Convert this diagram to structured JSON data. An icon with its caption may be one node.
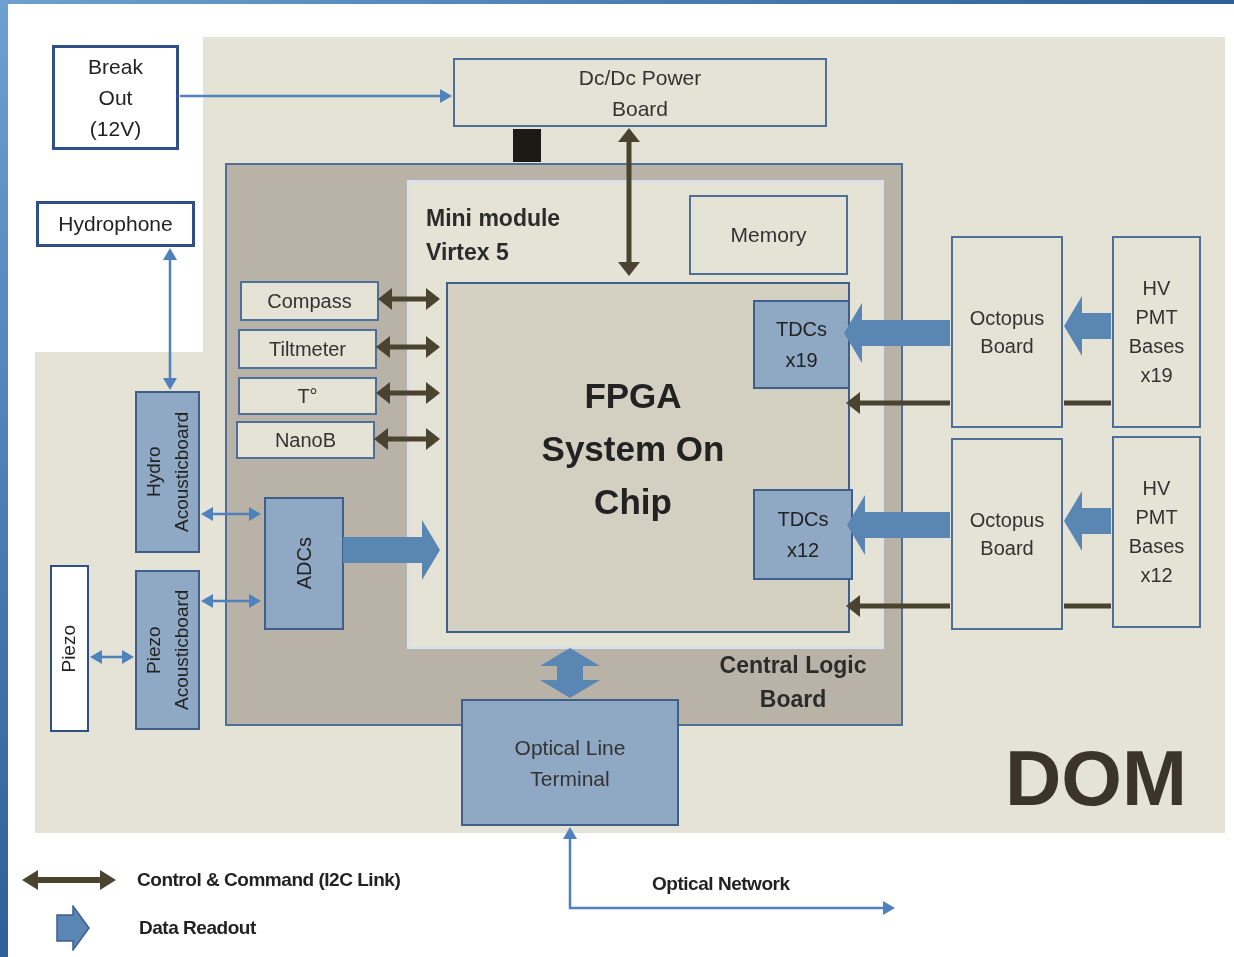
{
  "diagram": {
    "nodes": [
      {
        "text": [
          "Break Out (12V)"
        ]
      },
      {
        "text": [
          "Hydrophone"
        ]
      },
      {
        "text": [
          "DOM"
        ]
      },
      {
        "text": [
          "Dc/Dc Power Board"
        ],
        "in": 2
      },
      {
        "text": [
          "Central Logic Board"
        ],
        "in": 2
      },
      {
        "text": [
          "Mini module Virtex 5"
        ],
        "in": 4
      },
      {
        "text": [
          "Memory"
        ],
        "in": 5
      },
      {
        "text": [
          "FPGA System On Chip"
        ],
        "in": 5
      },
      {
        "text": [
          "TDCs x19"
        ],
        "in": 7
      },
      {
        "text": [
          "TDCs x12"
        ],
        "in": 7
      },
      {
        "text": [
          "Compass"
        ],
        "in": 4
      },
      {
        "text": [
          "Tiltmeter"
        ],
        "in": 4
      },
      {
        "text": [
          "T°"
        ],
        "in": 4
      },
      {
        "text": [
          "NanoB"
        ],
        "in": 4
      },
      {
        "text": [
          "ADCs"
        ],
        "in": 4
      },
      {
        "text": [
          "Hydro Acousticboard"
        ],
        "in": 2
      },
      {
        "text": [
          "Piezo Acousticboard"
        ],
        "in": 2
      },
      {
        "text": [
          "Piezo"
        ],
        "in": 2
      },
      {
        "text": [
          "Octopus Board"
        ],
        "in": 2
      },
      {
        "text": [
          "HV PMT Bases x19"
        ],
        "in": 2
      },
      {
        "text": [
          "Octopus Board"
        ],
        "in": 2
      },
      {
        "text": [
          "HV PMT Bases x12"
        ],
        "in": 2
      },
      {
        "text": [
          "Optical Line Terminal"
        ],
        "in": 2
      }
    ],
    "edges": [
      {
        "from": 0,
        "to": 3,
        "arrow": "to",
        "color": "#4f81bd"
      },
      {
        "from": 3,
        "to": 7,
        "arrow": "both"
      },
      {
        "from": 1,
        "to": 15,
        "arrow": "both",
        "color": "#4f81bd"
      },
      {
        "from": 10,
        "to": 7,
        "arrow": "both"
      },
      {
        "from": 11,
        "to": 7,
        "arrow": "both"
      },
      {
        "from": 12,
        "to": 7,
        "arrow": "both"
      },
      {
        "from": 13,
        "to": 7,
        "arrow": "both"
      },
      {
        "from": 15,
        "to": 14,
        "arrow": "both",
        "color": "#4f81bd"
      },
      {
        "from": 16,
        "to": 14,
        "arrow": "both",
        "color": "#4f81bd"
      },
      {
        "from": 17,
        "to": 16,
        "arrow": "both",
        "color": "#4f81bd"
      },
      {
        "from": 14,
        "to": 7,
        "arrow": "to",
        "style": "thick",
        "color": "#5a86b4"
      },
      {
        "from": 18,
        "to": 8,
        "arrow": "to",
        "style": "thick",
        "color": "#5a86b4"
      },
      {
        "from": 19,
        "to": 18,
        "arrow": "to",
        "style": "thick",
        "color": "#5a86b4"
      },
      {
        "from": 20,
        "to": 9,
        "arrow": "to",
        "style": "thick",
        "color": "#5a86b4"
      },
      {
        "from": 21,
        "to": 20,
        "arrow": "to",
        "style": "thick",
        "color": "#5a86b4"
      },
      {
        "from": 19,
        "to": 18,
        "arrow": "none"
      },
      {
        "from": 18,
        "to": 7,
        "arrow": "to"
      },
      {
        "from": 21,
        "to": 20,
        "arrow": "none"
      },
      {
        "from": 20,
        "to": 7,
        "arrow": "to"
      },
      {
        "from": 5,
        "to": 22,
        "arrow": "both",
        "style": "thick",
        "color": "#5a86b4"
      },
      {
        "from": 22,
        "to": null,
        "arrow": "both",
        "label": "Optical Network",
        "color": "#4f81bd"
      }
    ],
    "legend": [
      {
        "text": "Control & Command (I2C Link)"
      },
      {
        "text": "Data Readout"
      }
    ]
  }
}
